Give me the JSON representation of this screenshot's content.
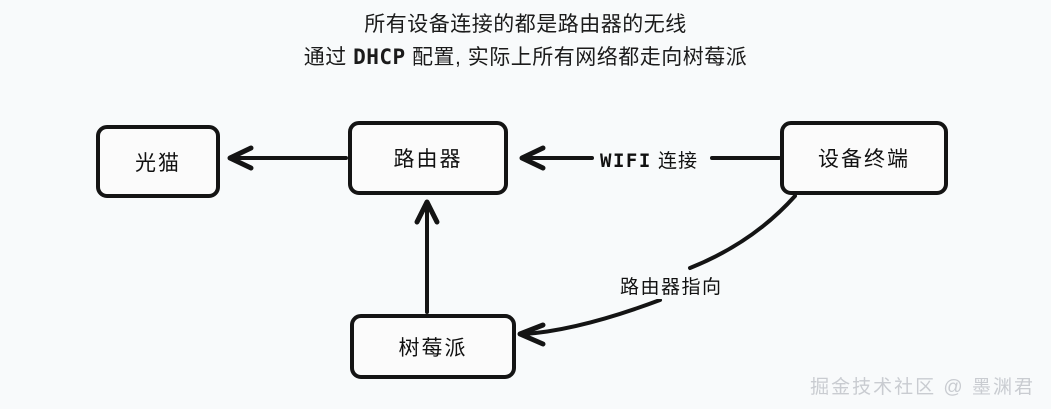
{
  "title": {
    "line1": "所有设备连接的都是路由器的无线",
    "line2_prefix": "通过 ",
    "line2_mono": "DHCP",
    "line2_suffix": " 配置, 实际上所有网络都走向树莓派"
  },
  "nodes": {
    "modem": {
      "label": "光猫"
    },
    "router": {
      "label": "路由器"
    },
    "device": {
      "label": "设备终端"
    },
    "raspberry_pi": {
      "label": "树莓派"
    }
  },
  "edges": {
    "router_to_modem": {
      "label": ""
    },
    "device_to_router": {
      "label_mono": "WIFI",
      "label_text": " 连接"
    },
    "device_to_pi": {
      "label": "路由器指向"
    },
    "pi_to_router": {
      "label": ""
    }
  },
  "watermark": {
    "text": "掘金技术社区 @ 墨渊君"
  },
  "colors": {
    "background": "#f8fafb",
    "stroke": "#141414",
    "node_fill": "#fbfbfb",
    "text": "#111111",
    "watermark": "#c9ccd1"
  }
}
